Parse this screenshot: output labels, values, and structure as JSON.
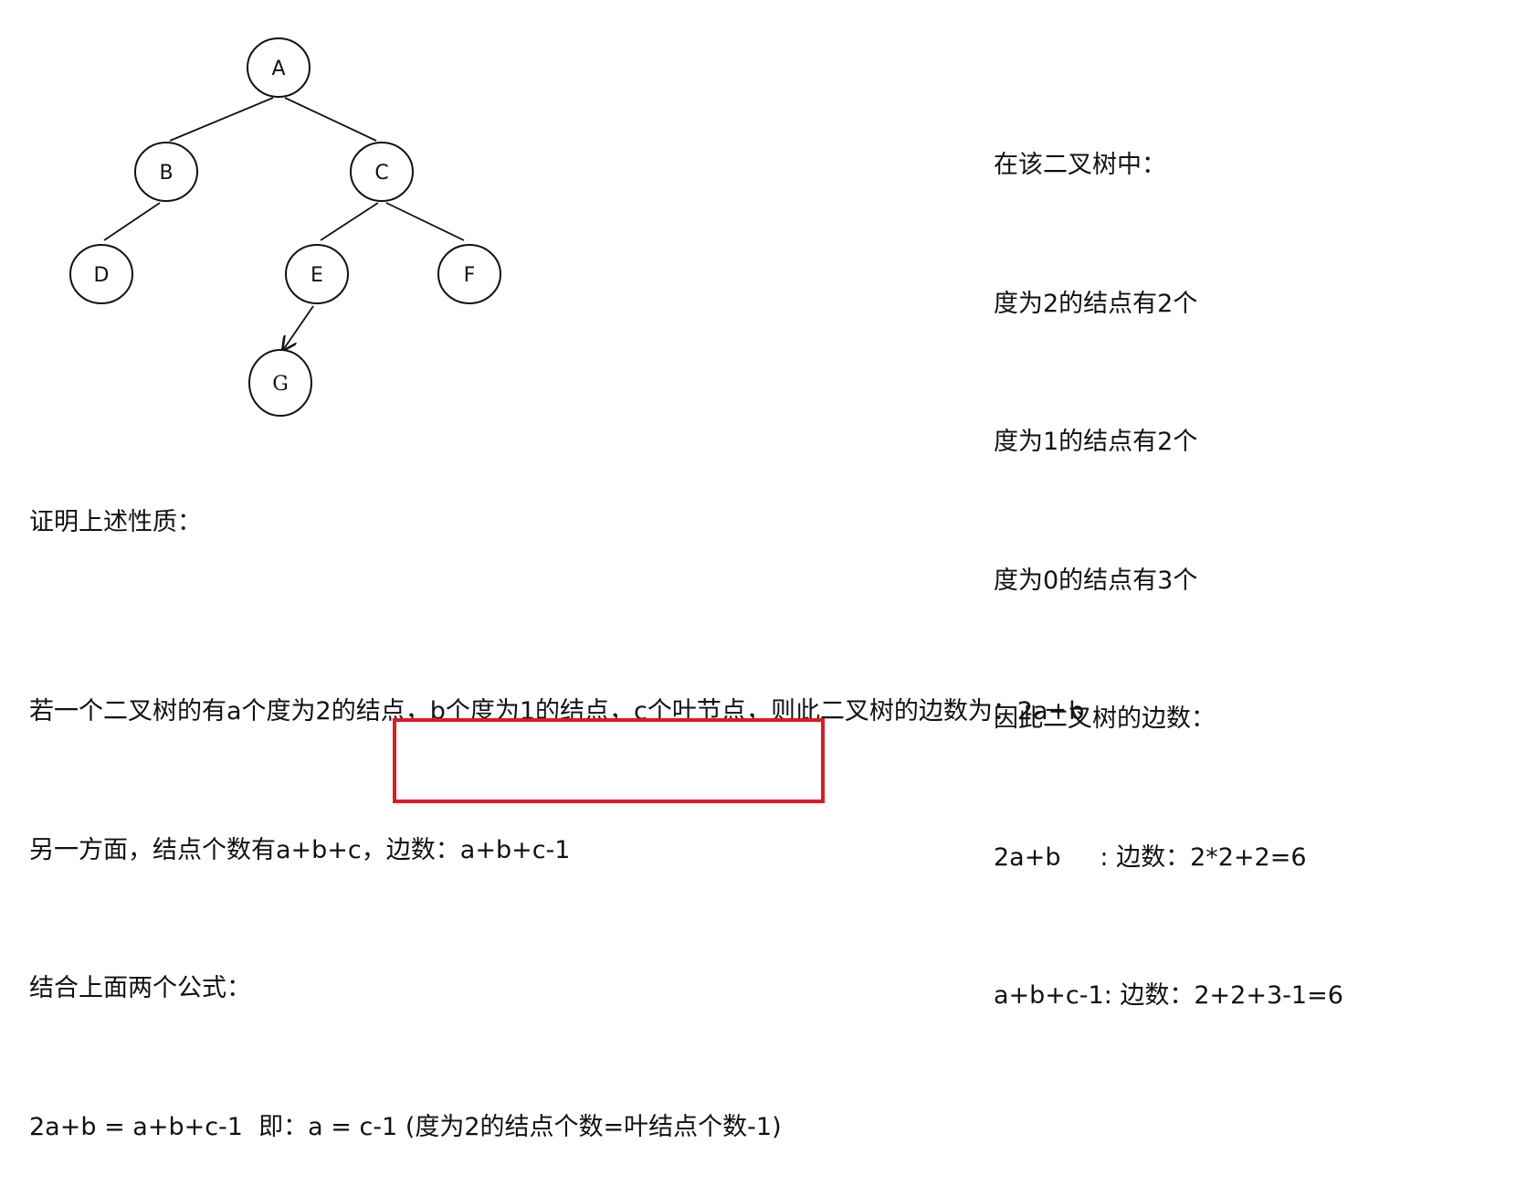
{
  "tree": {
    "nodes": [
      {
        "id": "A",
        "label": "A"
      },
      {
        "id": "B",
        "label": "B"
      },
      {
        "id": "C",
        "label": "C"
      },
      {
        "id": "D",
        "label": "D"
      },
      {
        "id": "E",
        "label": "E"
      },
      {
        "id": "F",
        "label": "F"
      },
      {
        "id": "G",
        "label": "G"
      }
    ],
    "edges": [
      {
        "from": "A",
        "to": "B"
      },
      {
        "from": "A",
        "to": "C"
      },
      {
        "from": "B",
        "to": "D"
      },
      {
        "from": "C",
        "to": "E"
      },
      {
        "from": "C",
        "to": "F"
      },
      {
        "from": "E",
        "to": "G",
        "arrow": true
      }
    ]
  },
  "stats": {
    "title": "在该二叉树中：",
    "degree2": "度为2的结点有2个",
    "degree1": "度为1的结点有2个",
    "degree0": "度为0的结点有3个",
    "edges_intro": "因此二叉树的边数：",
    "formula1": "2a+b     : 边数：2*2+2=6",
    "formula2": "a+b+c-1: 边数：2+2+3-1=6"
  },
  "proof": {
    "title": "证明上述性质：",
    "line1": "若一个二叉树的有a个度为2的结点，b个度为1的结点，c个叶节点，则此二叉树的边数为：2a+b",
    "line2": "另一方面，结点个数有a+b+c，边数：a+b+c-1",
    "line3": "结合上面两个公式：",
    "line4_main": "2a+b = a+b+c-1  即：a = c-1 ",
    "line4_note": "(度为2的结点个数=叶结点个数-1)"
  },
  "colors": {
    "highlight_border": "#e01a22"
  }
}
